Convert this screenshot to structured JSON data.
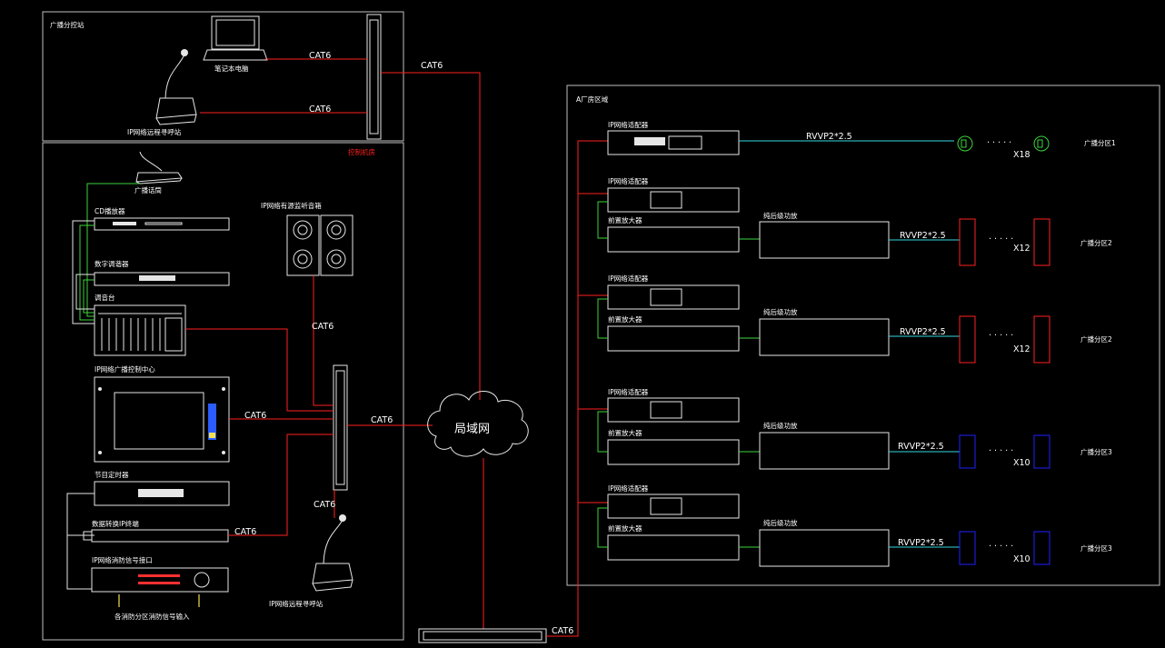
{
  "labels": {
    "branch_station": "广播分控站",
    "laptop": "笔记本电脑",
    "paging_mic_top": "IP网络远程寻呼站",
    "machine_room": "控制机房",
    "broadcast_mic": "广播话筒",
    "cd_player": "CD播放器",
    "digital_tuner": "数字调谐器",
    "mixer": "调音台",
    "control_center": "IP网络广播控制中心",
    "program_timer": "节目定时器",
    "data_terminal": "数据转换IP终端",
    "fire_interface": "IP网络消防信号接口",
    "fire_input": "各消防分区消防信号输入",
    "monitor_speaker": "IP网络有源监听音箱",
    "paging_mic_bottom": "IP网络远程寻呼站",
    "lan": "局域网",
    "area_title": "A厂房区域",
    "adapter": "IP网络适配器",
    "preamp": "前置放大器",
    "power_amp": "纯后级功放",
    "zone1": "广播分区1",
    "zone2": "广播分区2",
    "zone3": "广播分区3"
  },
  "cables": {
    "cat6": "CAT6",
    "rvvp": "RVVP2*2.5"
  },
  "counts": {
    "x18": "X18",
    "x12": "X12",
    "x10": "X10"
  },
  "colors": {
    "background": "#000000",
    "network_line": "#ff2020",
    "audio_line": "#3bd43b",
    "speaker_line": "#35d6e0",
    "box_speaker": "#ff2020",
    "column_speaker": "#2020ff",
    "horn_speaker": "#3bd43b"
  }
}
